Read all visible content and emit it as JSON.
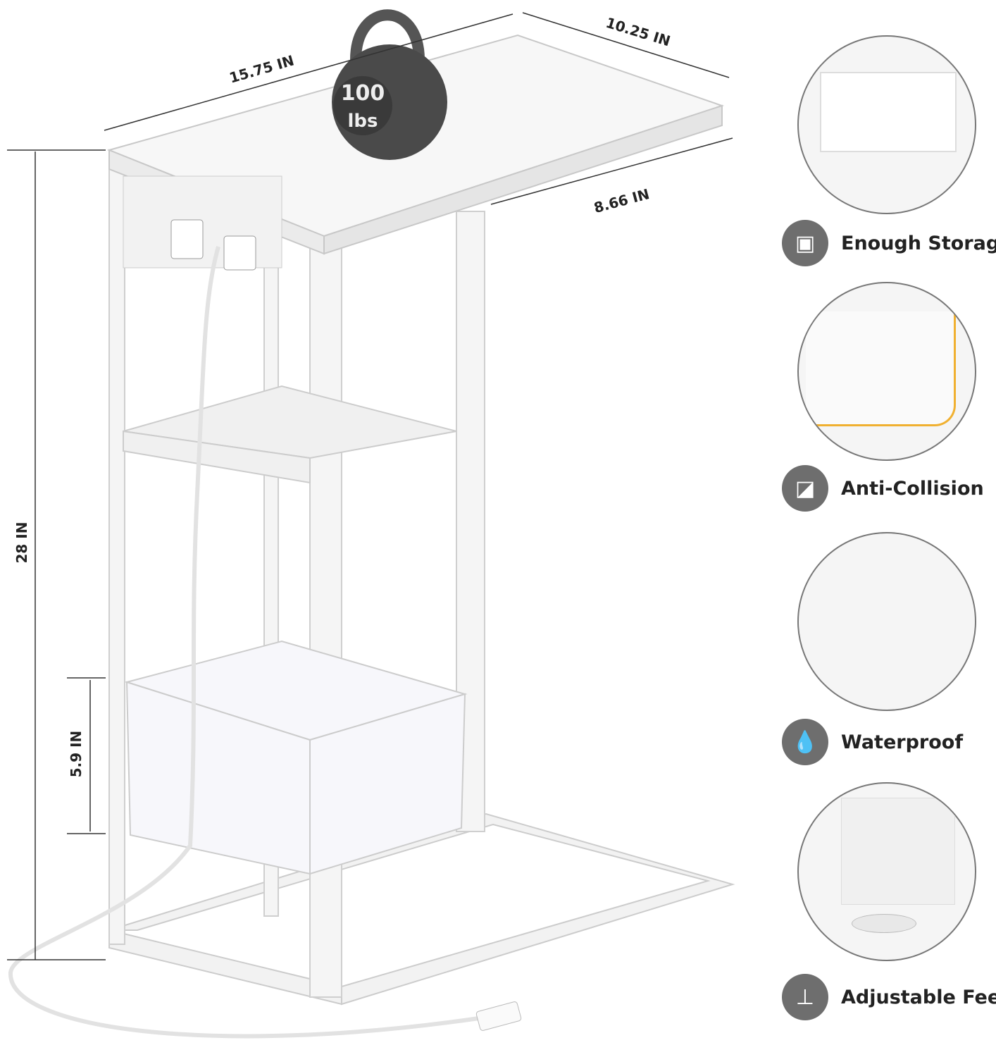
{
  "dimensions": {
    "width": "15.75 IN",
    "depth": "10.25 IN",
    "inner_depth": "8.66 IN",
    "height": "28 IN",
    "basket_height": "5.9 IN"
  },
  "kettlebell": {
    "label_top": "100",
    "label_bottom": "lbs"
  },
  "features": [
    {
      "label": "Enough Storage",
      "icon": "storage-box-icon"
    },
    {
      "label": "Anti-Collision",
      "icon": "rounded-corner-icon"
    },
    {
      "label": "Waterproof",
      "icon": "water-drop-icon"
    },
    {
      "label": "Adjustable Feet",
      "icon": "adjustable-foot-icon"
    }
  ],
  "colors": {
    "frame": "#f4f4f4",
    "icon_bg": "#6e6e6e",
    "accent_edge": "#f0b030"
  }
}
